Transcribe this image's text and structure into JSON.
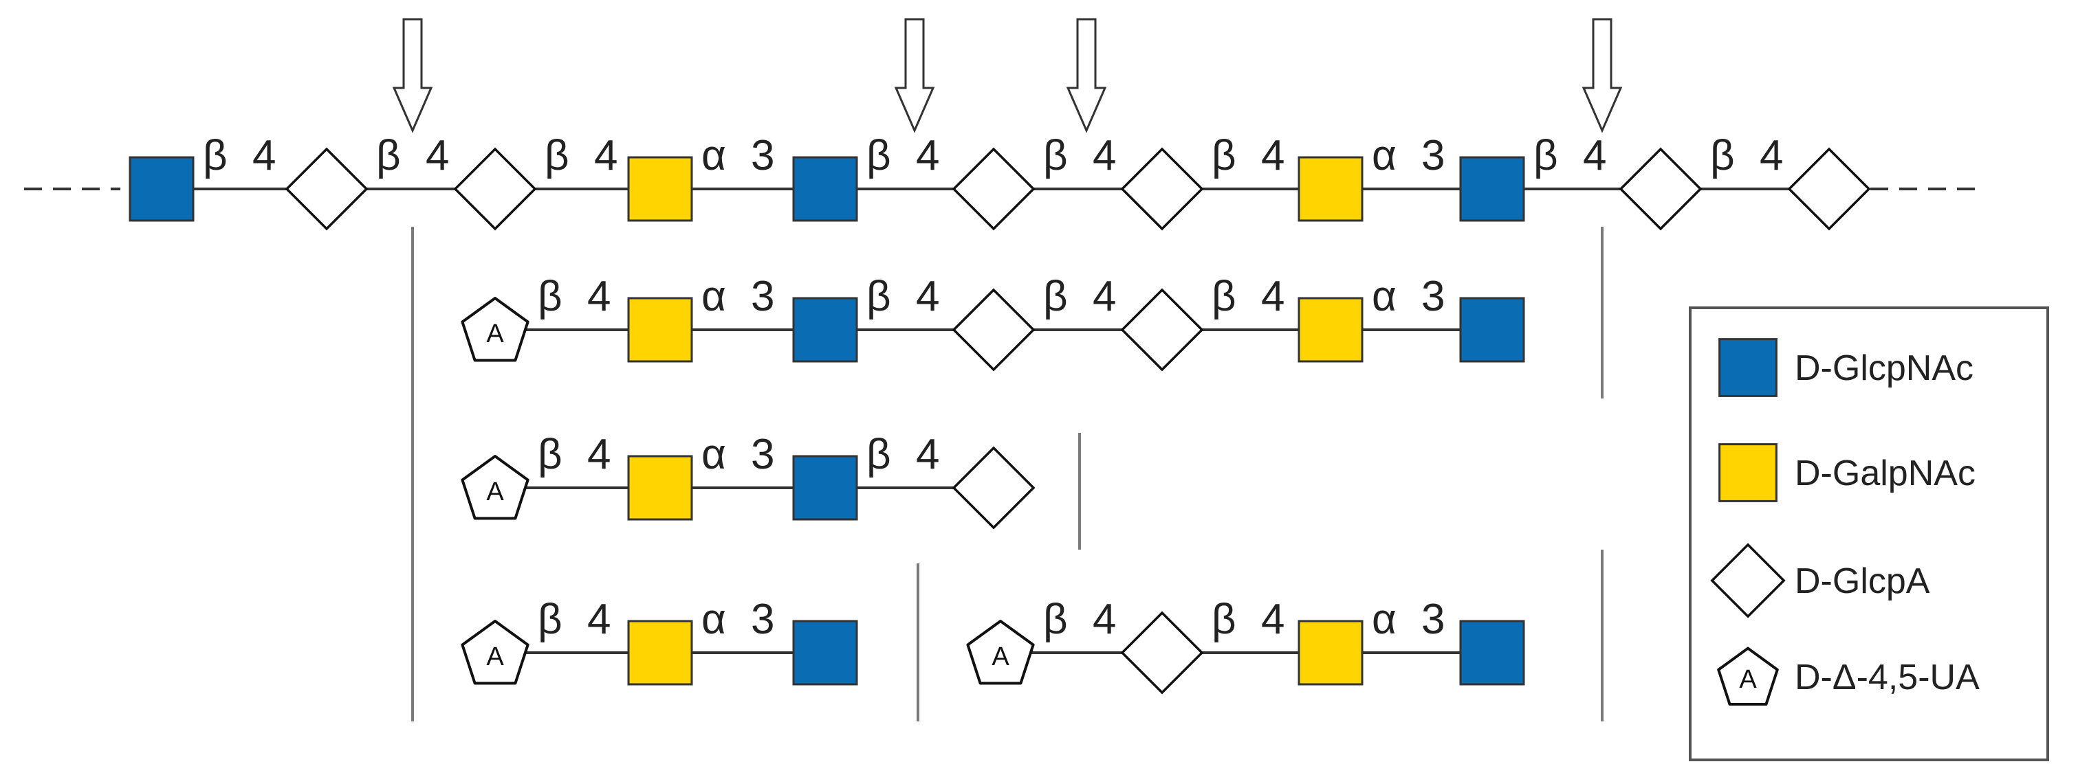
{
  "legend": [
    {
      "symbol": "blue-square",
      "label": "D-GlcpNAc"
    },
    {
      "symbol": "yellow-square",
      "label": "D-GalpNAc"
    },
    {
      "symbol": "half-blue-diamond",
      "label": "D-GlcpA"
    },
    {
      "symbol": "pentagon-A",
      "label": "D-Δ-4,5-UA"
    }
  ],
  "pentagon_letter": "A",
  "colors": {
    "glcnac": "#0a6db3",
    "galnac": "#ffd400",
    "glca": "#0a6db3"
  },
  "chains": [
    {
      "name": "polymer",
      "residues": [
        "GlcNAc",
        "GlcA",
        "GlcA",
        "GalNAc",
        "GlcNAc",
        "GlcA",
        "GlcA",
        "GalNAc",
        "GlcNAc",
        "GlcA",
        "GlcA"
      ],
      "linkages": [
        [
          "β",
          "4"
        ],
        [
          "β",
          "4"
        ],
        [
          "β",
          "4"
        ],
        [
          "α",
          "3"
        ],
        [
          "β",
          "4"
        ],
        [
          "β",
          "4"
        ],
        [
          "β",
          "4"
        ],
        [
          "α",
          "3"
        ],
        [
          "β",
          "4"
        ],
        [
          "β",
          "4"
        ]
      ],
      "cleavage_arrows": 4
    },
    {
      "name": "fragment-1",
      "residues": [
        "ΔUA",
        "GalNAc",
        "GlcNAc",
        "GlcA",
        "GlcA",
        "GalNAc",
        "GlcNAc"
      ],
      "linkages": [
        [
          "β",
          "4"
        ],
        [
          "α",
          "3"
        ],
        [
          "β",
          "4"
        ],
        [
          "β",
          "4"
        ],
        [
          "β",
          "4"
        ],
        [
          "α",
          "3"
        ]
      ]
    },
    {
      "name": "fragment-2",
      "residues": [
        "ΔUA",
        "GalNAc",
        "GlcNAc",
        "GlcA"
      ],
      "linkages": [
        [
          "β",
          "4"
        ],
        [
          "α",
          "3"
        ],
        [
          "β",
          "4"
        ]
      ]
    },
    {
      "name": "fragment-3",
      "residues": [
        "ΔUA",
        "GalNAc",
        "GlcNAc"
      ],
      "linkages": [
        [
          "β",
          "4"
        ],
        [
          "α",
          "3"
        ]
      ]
    },
    {
      "name": "fragment-4",
      "residues": [
        "ΔUA",
        "GlcA",
        "GalNAc",
        "GlcNAc"
      ],
      "linkages": [
        [
          "β",
          "4"
        ],
        [
          "β",
          "4"
        ],
        [
          "α",
          "3"
        ]
      ]
    }
  ]
}
